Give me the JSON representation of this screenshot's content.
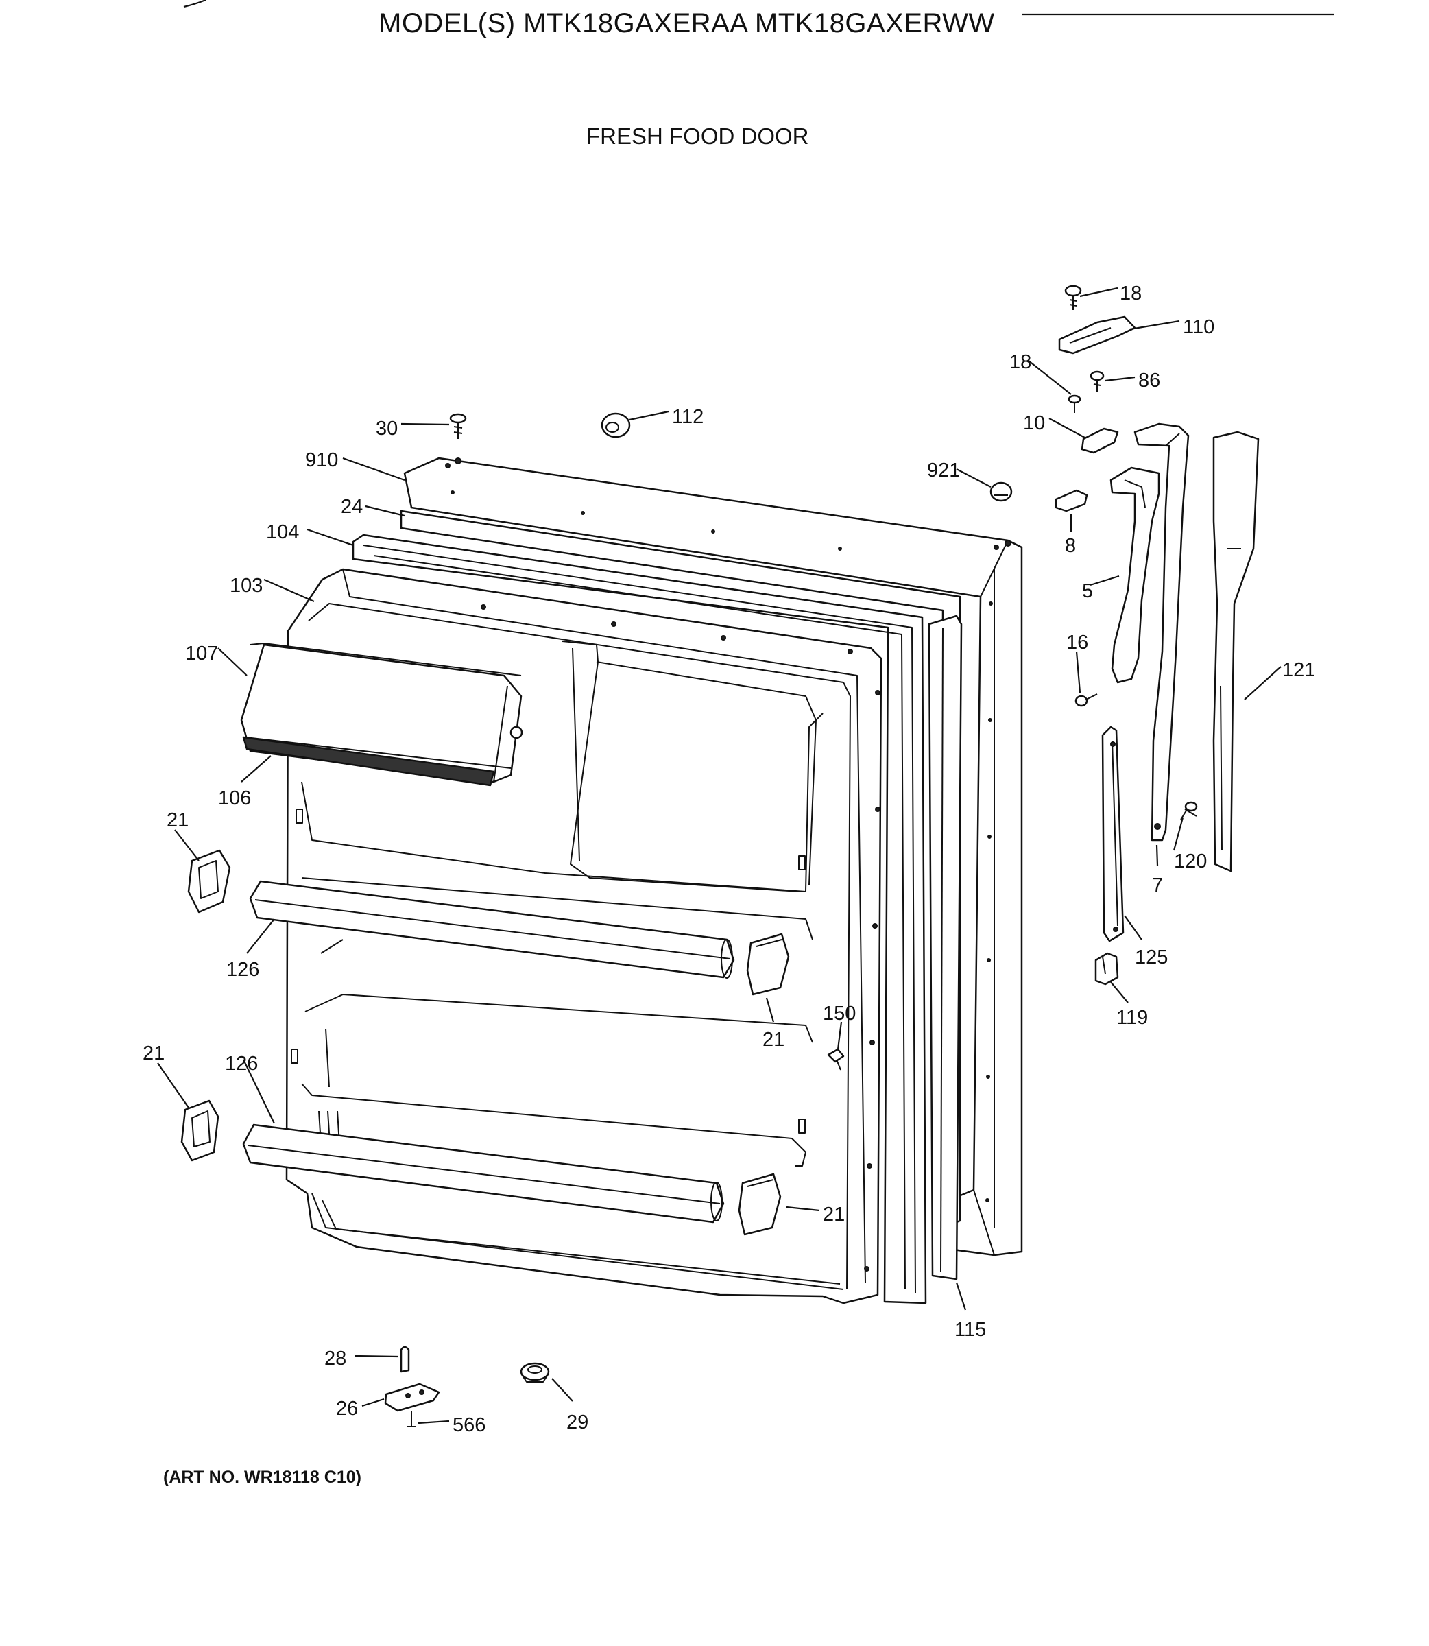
{
  "header": {
    "model_title": "MODEL(S) MTK18GAXERAA  MTK18GAXERWW",
    "section_title": "FRESH FOOD DOOR"
  },
  "footer": {
    "art_number": "(ART NO. WR18118 C10)"
  },
  "callouts": {
    "c18a": "18",
    "c110": "110",
    "c18b": "18",
    "c86": "86",
    "c10": "10",
    "c30": "30",
    "c112": "112",
    "c910": "910",
    "c921": "921",
    "c24": "24",
    "c104": "104",
    "c8": "8",
    "c103": "103",
    "c5": "5",
    "c107": "107",
    "c16": "16",
    "c121": "121",
    "c106": "106",
    "c21a": "21",
    "c120": "120",
    "c7": "7",
    "c126a": "126",
    "c125": "125",
    "c21b": "21",
    "c150": "150",
    "c119": "119",
    "c21c": "21",
    "c126b": "126",
    "c21d": "21",
    "c115": "115",
    "c28": "28",
    "c26": "26",
    "c566": "566",
    "c29": "29"
  }
}
